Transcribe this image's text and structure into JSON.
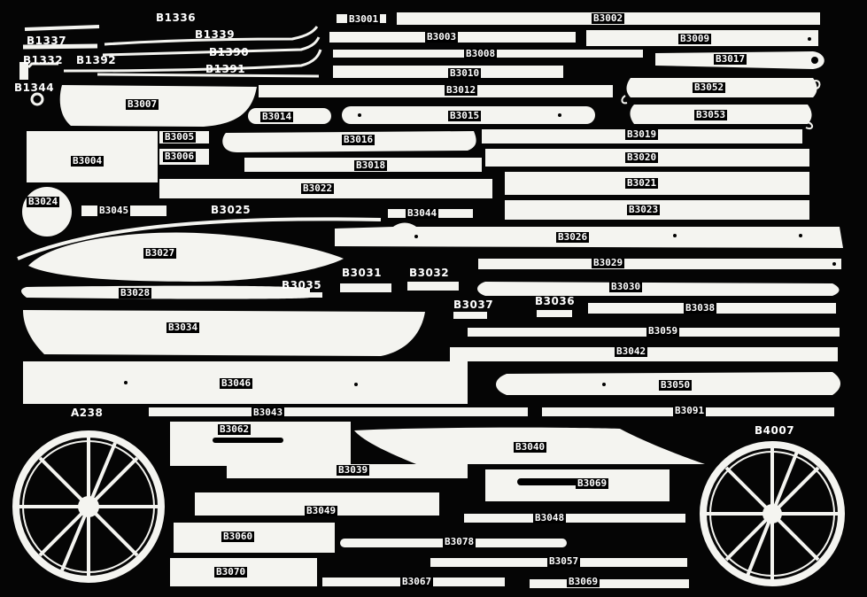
{
  "labels": {
    "b1336": "B1336",
    "b1337": "B1337",
    "b1332": "B1332",
    "b1392": "B1392",
    "b1344": "B1344",
    "b1339": "B1339",
    "b1390": "B1390",
    "b1391": "B1391",
    "b3001": "B3001",
    "b3002": "B3002",
    "b3003": "B3003",
    "b3004": "B3004",
    "b3005": "B3005",
    "b3006": "B3006",
    "b3007": "B3007",
    "b3008": "B3008",
    "b3009": "B3009",
    "b3010": "B3010",
    "b3012": "B3012",
    "b3014": "B3014",
    "b3015": "B3015",
    "b3016": "B3016",
    "b3017": "B3017",
    "b3018": "B3018",
    "b3019": "B3019",
    "b3020": "B3020",
    "b3021": "B3021",
    "b3022": "B3022",
    "b3023": "B3023",
    "b3024": "B3024",
    "b3025": "B3025",
    "b3026": "B3026",
    "b3027": "B3027",
    "b3028": "B3028",
    "b3029": "B3029",
    "b3030": "B3030",
    "b3031": "B3031",
    "b3032": "B3032",
    "b3034": "B3034",
    "b3035": "B3035",
    "b3036": "B3036",
    "b3037": "B3037",
    "b3038": "B3038",
    "b3039": "B3039",
    "b3040": "B3040",
    "b3042": "B3042",
    "b3043": "B3043",
    "b3044": "B3044",
    "b3045": "B3045",
    "b3046": "B3046",
    "b3048": "B3048",
    "b3049": "B3049",
    "b3050": "B3050",
    "b3052": "B3052",
    "b3053": "B3053",
    "b3057": "B3057",
    "b3059": "B3059",
    "b3060": "B3060",
    "b3062": "B3062",
    "b3067": "B3067",
    "b3069a": "B3069",
    "b3069b": "B3069",
    "b3070": "B3070",
    "b3078": "B3078",
    "b3091": "B3091",
    "a238": "A238",
    "b4007": "B4007"
  },
  "colors": {
    "background": "#050505",
    "part": "#f4f4f0",
    "label_box": "#000000",
    "label_text": "#ffffff"
  }
}
